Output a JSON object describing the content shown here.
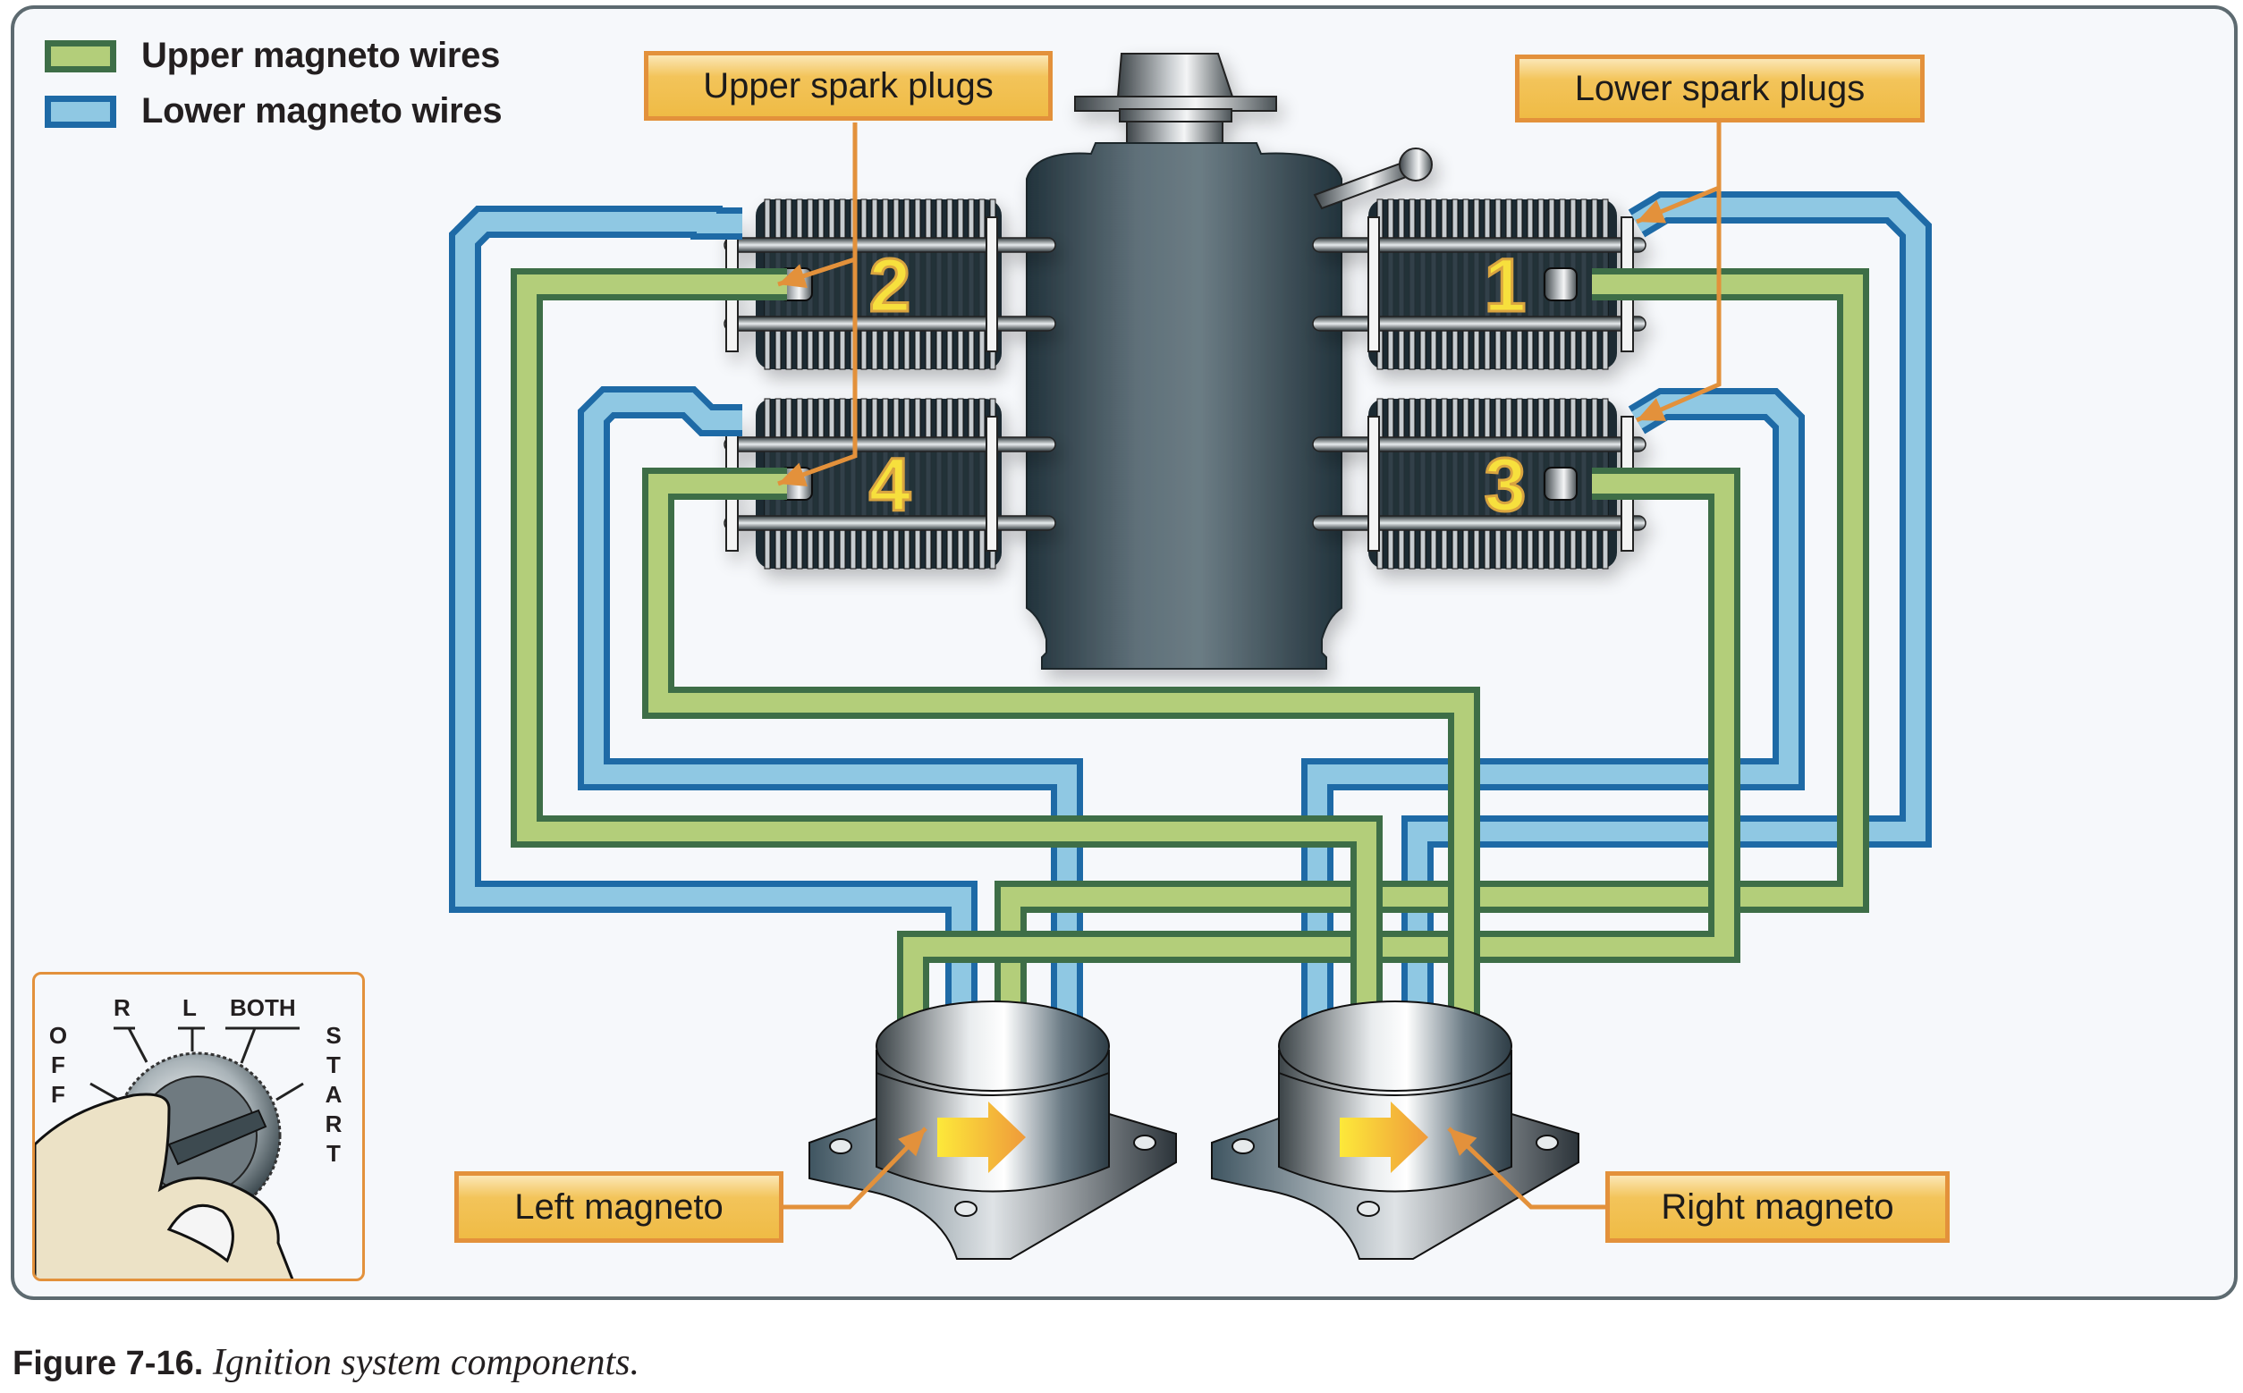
{
  "legend": {
    "items": [
      {
        "label": "Upper magneto wires",
        "fill": "#b3ce7a",
        "border": "#3e6e47"
      },
      {
        "label": "Lower magneto wires",
        "fill": "#8fc8e3",
        "border": "#1e6aa6"
      }
    ]
  },
  "callouts": {
    "upper_spark_plugs": "Upper spark plugs",
    "lower_spark_plugs": "Lower spark plugs",
    "left_magneto": "Left magneto",
    "right_magneto": "Right magneto"
  },
  "cylinders": [
    {
      "number": "1",
      "side": "right",
      "row": "top"
    },
    {
      "number": "2",
      "side": "left",
      "row": "top"
    },
    {
      "number": "3",
      "side": "right",
      "row": "bottom"
    },
    {
      "number": "4",
      "side": "left",
      "row": "bottom"
    }
  ],
  "wiring": [
    {
      "cylinder": "2",
      "plug": "lower",
      "wire": "lower",
      "magneto": "left"
    },
    {
      "cylinder": "4",
      "plug": "lower",
      "wire": "lower",
      "magneto": "left"
    },
    {
      "cylinder": "1",
      "plug": "upper",
      "wire": "upper",
      "magneto": "left"
    },
    {
      "cylinder": "3",
      "plug": "upper",
      "wire": "upper",
      "magneto": "left"
    },
    {
      "cylinder": "2",
      "plug": "upper",
      "wire": "upper",
      "magneto": "right"
    },
    {
      "cylinder": "4",
      "plug": "upper",
      "wire": "upper",
      "magneto": "right"
    },
    {
      "cylinder": "1",
      "plug": "lower",
      "wire": "lower",
      "magneto": "right"
    },
    {
      "cylinder": "3",
      "plug": "lower",
      "wire": "lower",
      "magneto": "right"
    }
  ],
  "ignition_switch": {
    "positions": [
      "OFF",
      "R",
      "L",
      "BOTH",
      "START"
    ]
  },
  "colors": {
    "callout_border": "#e3913b",
    "callout_fill": "#efbb45",
    "engine": "#3f5560",
    "cylinder_number": "#f7e03c"
  },
  "caption": {
    "figure": "Figure 7-16.",
    "text": "Ignition system components."
  }
}
